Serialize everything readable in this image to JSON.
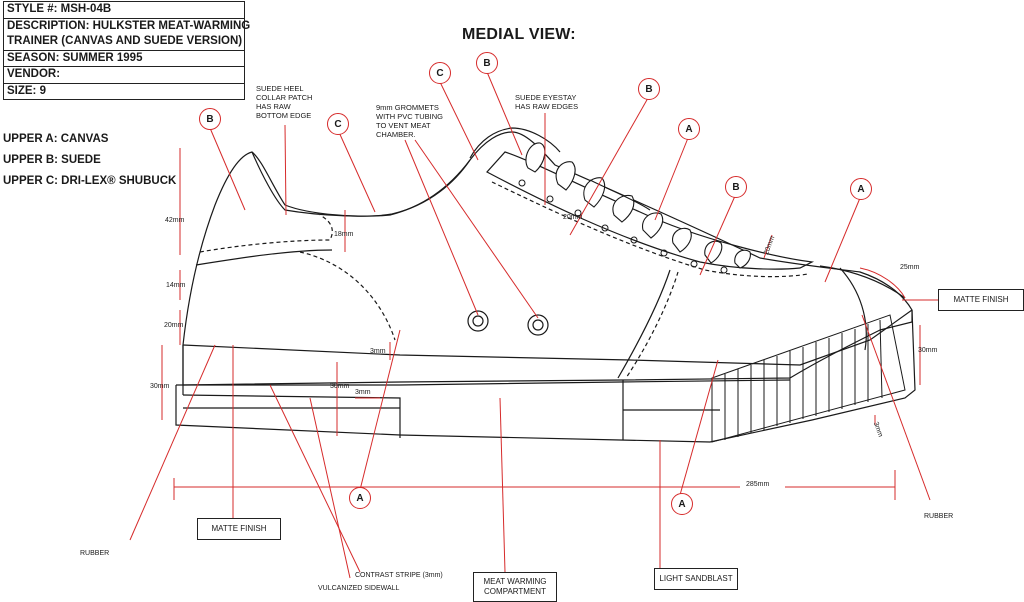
{
  "spec": {
    "style": "STYLE #: MSH-04B",
    "description_1": "DESCRIPTION: HULKSTER MEAT-WARMING",
    "description_2": "TRAINER (CANVAS AND SUEDE VERSION)",
    "season": "SEASON: SUMMER 1995",
    "vendor": "VENDOR:",
    "size": "SIZE: 9"
  },
  "legend": {
    "a": "UPPER A: CANVAS",
    "b": "UPPER B: SUEDE",
    "c": "UPPER C: DRI-LEX® SHUBUCK"
  },
  "view_title": "MEDIAL VIEW:",
  "notes": {
    "heel_collar": "SUEDE HEEL\nCOLLAR PATCH\nHAS RAW\nBOTTOM EDGE",
    "grommets": "9mm GROMMETS\nWITH PVC TUBING\nTO VENT MEAT\nCHAMBER.",
    "eyestay": "SUEDE EYESTAY\nHAS RAW EDGES"
  },
  "dimensions": {
    "d42": "42mm",
    "d14": "14mm",
    "d20": "20mm",
    "d30_left": "30mm",
    "d18": "18mm",
    "d3_top": "3mm",
    "d30_mid": "30mm",
    "d3_mid": "3mm",
    "d20_eyestay": "20mm",
    "d20_tip": "20mm",
    "d25": "25mm",
    "d30_right": "30mm",
    "d3_right": "3mm",
    "length": "285mm"
  },
  "callouts": {
    "matte_finish_right": "MATTE FINISH",
    "matte_finish_left": "MATTE FINISH",
    "meat_warming": "MEAT WARMING\nCOMPARTMENT",
    "light_sandblast": "LIGHT SANDBLAST",
    "rubber_left": "RUBBER",
    "rubber_right": "RUBBER",
    "contrast_stripe": "CONTRAST STRIPE (3mm)",
    "vulcanized": "VULCANIZED SIDEWALL"
  },
  "markers": {
    "m1": "B",
    "m2": "C",
    "m3": "C",
    "m4": "B",
    "m5": "B",
    "m6": "A",
    "m7": "B",
    "m8": "A",
    "m9": "A",
    "m10": "A"
  },
  "colors": {
    "leader": "#d62b2b",
    "outline": "#1a1a1a"
  }
}
